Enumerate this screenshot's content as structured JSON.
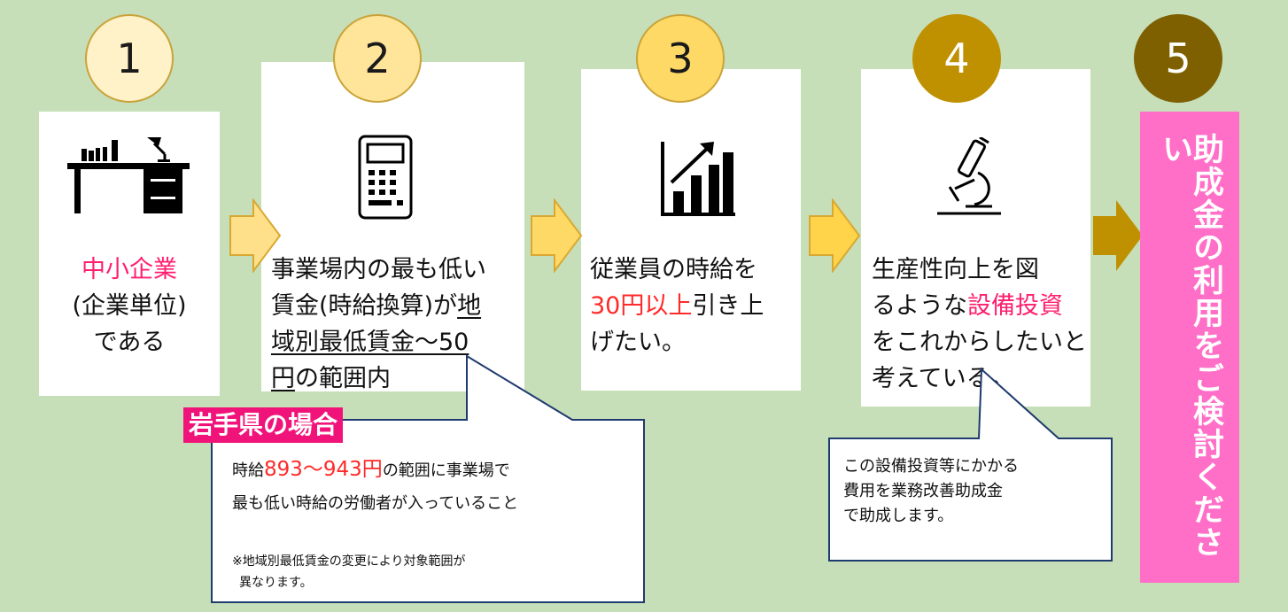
{
  "steps": [
    {
      "number": "1",
      "icon": "desk-icon"
    },
    {
      "number": "2",
      "icon": "calculator-icon"
    },
    {
      "number": "3",
      "icon": "bar-chart-growth-icon"
    },
    {
      "number": "4",
      "icon": "microscope-icon"
    },
    {
      "number": "5"
    }
  ],
  "step1": {
    "line1": "中小企業",
    "line2": "(企業単位)",
    "line3": "である"
  },
  "step2": {
    "line1": "事業場内の最も低い",
    "line2_a": "賃金(時給換算)が",
    "line2_b": "地",
    "line3": "域別最低賃金〜50",
    "line4_a": "円",
    "line4_b": "の範囲内"
  },
  "step3": {
    "line1": "従業員の時給を",
    "line2_a": "30円以上",
    "line2_b": "引き上",
    "line3": "げたい。"
  },
  "step4": {
    "line1": "生産性向上を図",
    "line2_a": "るような",
    "line2_b": "設備投資",
    "line3": "をこれからしたいと",
    "line4": "考えている。"
  },
  "final": {
    "text": "助成金の利用をご検討ください"
  },
  "iwate": {
    "label": "岩手県の場合",
    "line1_a": "時給",
    "line1_b": "893〜943円",
    "line1_c": "の範囲に事業場で",
    "line2": "最も低い時給の労働者が入っていること",
    "note1": "※地域別最低賃金の変更により対象範囲が",
    "note2": "異なります。"
  },
  "callout4": {
    "line1": "この設備投資等にかかる",
    "line2": "費用を業務改善助成金",
    "line3": "で助成します。"
  },
  "colors": {
    "background": "#c6dfb8",
    "pink_text": "#ff1f6e",
    "red_text": "#ff2a2a",
    "label_bg": "#f0147a",
    "final_bg": "#ff6fc8",
    "callout_border": "#1f3a6e"
  }
}
